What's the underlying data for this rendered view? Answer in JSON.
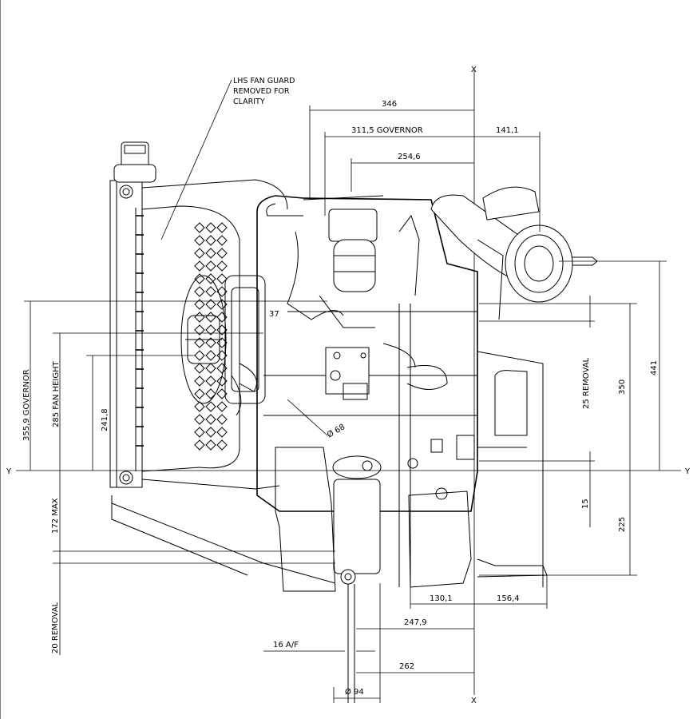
{
  "note_lines": [
    "LHS FAN GUARD",
    "REMOVED FOR",
    "CLARITY"
  ],
  "axes": {
    "x_top": "X",
    "x_bottom": "X",
    "y_left": "Y",
    "y_right": "Y"
  },
  "dims_top": {
    "d346": "346",
    "d311": "311,5   GOVERNOR",
    "d141": "141,1",
    "d254": "254,6"
  },
  "dims_left": {
    "governor": "355,9    GOVERNOR",
    "fan_height": "285       FAN HEIGHT",
    "d241": "241,8",
    "max172": "172   MAX",
    "removal20": "20   REMOVAL"
  },
  "dims_right": {
    "removal25": "25 REMOVAL",
    "d350": "350",
    "d441": "441",
    "d15": "15",
    "d225": "225"
  },
  "dims_bottom": {
    "d130": "130,1",
    "d156": "156,4",
    "d247": "247,9",
    "af16": "16  A/F",
    "d262": "262",
    "dia94": "Ø 94"
  },
  "misc": {
    "bore": "Ø 68",
    "d37": "37"
  }
}
